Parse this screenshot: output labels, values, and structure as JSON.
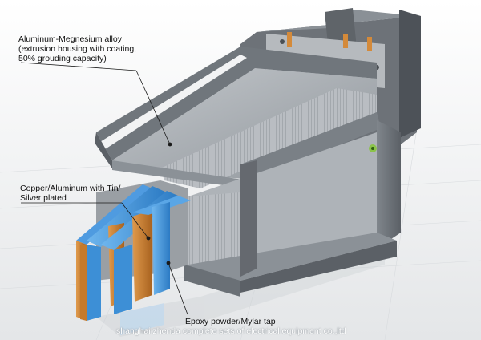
{
  "callouts": {
    "alloy": "Aluminum-Megnesium alloy\n(extrusion housing with coating,\n50% grouding capacity)",
    "conductor": "Copper/Aluminum with Tin/\nSilver plated",
    "insulation": "Epoxy powder/Mylar tap"
  },
  "watermark": "shanghai zhenda complete sets of electrical equipment co.,ltd",
  "colors": {
    "housing": "#9ea3a8",
    "housing_dark": "#5b6066",
    "floor": "#eceef0",
    "insulation_blue": "#3d8fd6",
    "conductor_copper": "#c8782c",
    "leader_line": "#1a1a1a"
  }
}
